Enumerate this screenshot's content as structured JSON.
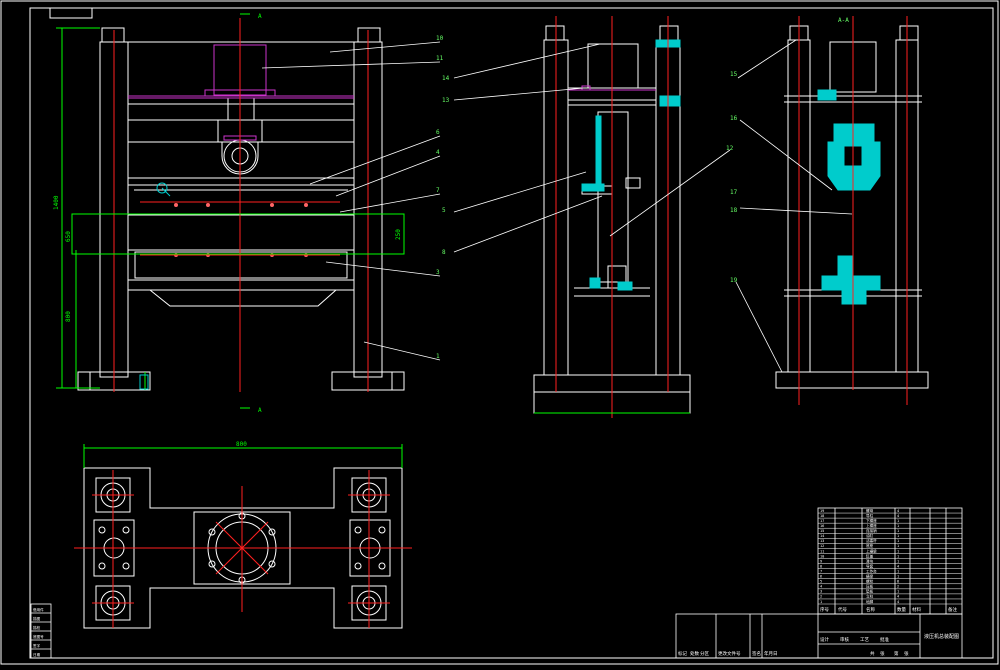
{
  "palette": {
    "background": "#000000",
    "outline": "#ffffff",
    "centerline": "#ff2020",
    "dimension": "#00ff00",
    "hydraulic": "#cc33cc",
    "section": "#00cccc",
    "callout_text": "#66ff66"
  },
  "front_view": {
    "section_mark_top": "A",
    "section_mark_bottom": "A",
    "callouts": [
      "10",
      "11",
      "6",
      "4",
      "7",
      "3",
      "1"
    ],
    "dimension_vertical": "1400",
    "dimension_lower": "800",
    "dimension_middle": "650",
    "dimension_right": "250"
  },
  "side_view": {
    "callouts": [
      "14",
      "13",
      "5",
      "8",
      "12"
    ]
  },
  "section_view": {
    "title": "A-A",
    "callouts": [
      "15",
      "16",
      "17",
      "18",
      "19"
    ]
  },
  "top_view": {
    "dimension_width": "800"
  },
  "title_block": {
    "drawing_title": "液压机总装配图",
    "labels": [
      "标记",
      "处数",
      "分区",
      "更改文件号",
      "签名",
      "年月日"
    ],
    "sign_labels": [
      "设计",
      "审核",
      "工艺",
      "批准"
    ],
    "sheet_info": [
      "共",
      "张",
      "第",
      "张"
    ]
  },
  "revision_strip": {
    "labels": [
      "借用件",
      "描图",
      "描校",
      "底图号",
      "签字",
      "日期"
    ]
  },
  "bom_rows": [
    {
      "no": "19",
      "code": "",
      "name": "螺母",
      "qty": "4"
    },
    {
      "no": "18",
      "code": "",
      "name": "导柱",
      "qty": "4"
    },
    {
      "no": "17",
      "code": "",
      "name": "下模座",
      "qty": "1"
    },
    {
      "no": "16",
      "code": "",
      "name": "上模座",
      "qty": "1"
    },
    {
      "no": "15",
      "code": "",
      "name": "连接销",
      "qty": "1"
    },
    {
      "no": "14",
      "code": "",
      "name": "油缸",
      "qty": "1"
    },
    {
      "no": "13",
      "code": "",
      "name": "活塞杆",
      "qty": "1"
    },
    {
      "no": "12",
      "code": "",
      "name": "底座",
      "qty": "1"
    },
    {
      "no": "11",
      "code": "",
      "name": "上横梁",
      "qty": "1"
    },
    {
      "no": "10",
      "code": "",
      "name": "缸盖",
      "qty": "1"
    },
    {
      "no": "9",
      "code": "",
      "name": "滑块",
      "qty": "1"
    },
    {
      "no": "8",
      "code": "",
      "name": "导套",
      "qty": "4"
    },
    {
      "no": "7",
      "code": "",
      "name": "工作台",
      "qty": "1"
    },
    {
      "no": "6",
      "code": "",
      "name": "横梁",
      "qty": "1"
    },
    {
      "no": "5",
      "code": "",
      "name": "螺栓",
      "qty": "8"
    },
    {
      "no": "4",
      "code": "",
      "name": "压板",
      "qty": "2"
    },
    {
      "no": "3",
      "code": "",
      "name": "垫板",
      "qty": "1"
    },
    {
      "no": "2",
      "code": "",
      "name": "立柱",
      "qty": "4"
    },
    {
      "no": "1",
      "code": "",
      "name": "地脚",
      "qty": "4"
    }
  ],
  "bom_header": [
    "序号",
    "代号",
    "名称",
    "数量",
    "材料",
    "备注"
  ]
}
